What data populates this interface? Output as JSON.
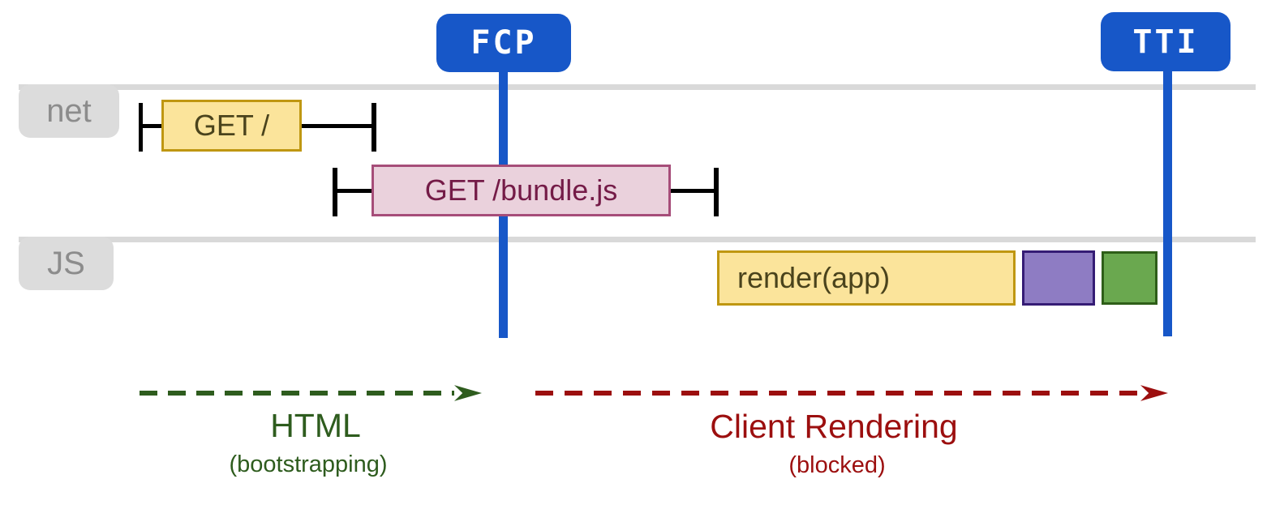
{
  "markers": {
    "fcp": {
      "label": "FCP"
    },
    "tti": {
      "label": "TTI"
    }
  },
  "lanes": {
    "net": {
      "label": "net"
    },
    "js": {
      "label": "JS"
    }
  },
  "net_tasks": {
    "get_root": {
      "label": "GET /"
    },
    "get_bundle": {
      "label": "GET /bundle.js"
    }
  },
  "js_tasks": {
    "render_app": {
      "label": "render(app)"
    },
    "purple_task": {
      "label": ""
    },
    "green_task": {
      "label": ""
    }
  },
  "phases": {
    "html": {
      "label": "HTML",
      "sublabel": "(bootstrapping)"
    },
    "client": {
      "label": "Client Rendering",
      "sublabel": "(blocked)"
    }
  },
  "colors": {
    "marker-blue": "#1757C8",
    "lane-line": "#D9D9D9",
    "lane-label-bg": "#DCDCDC",
    "lane-label-text": "#8C8C8C",
    "task-yellow-fill": "#FBE49B",
    "task-yellow-border": "#BF9711",
    "task-yellow-text": "#4A431C",
    "task-pink-fill": "#EAD1DC",
    "task-pink-border": "#A64D79",
    "task-pink-text": "#741B47",
    "task-purple-fill": "#8E7CC3",
    "task-purple-border": "#351C75",
    "task-green-fill": "#6AA84F",
    "task-green-border": "#2E5E18",
    "phase-green": "#2E5C1E",
    "phase-red": "#9C0F0F",
    "whisker-black": "#000000"
  }
}
